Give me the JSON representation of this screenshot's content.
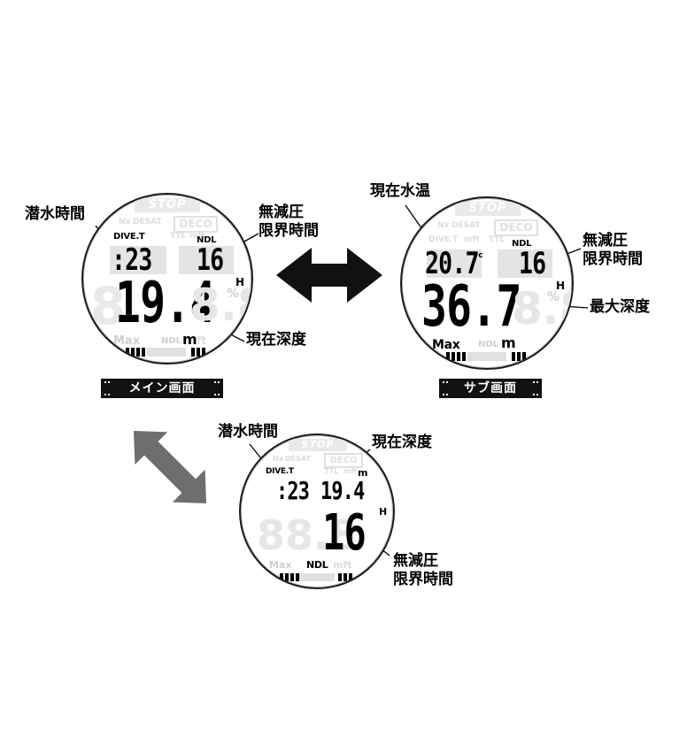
{
  "colors": {
    "display_ink": "#000000",
    "display_ghost": "#dcdcdc",
    "tag_bg": "#111111",
    "arrow_dark": "#111111",
    "arrow_grey": "#6e6e6e"
  },
  "displays": {
    "main": {
      "caption": "メイン画面",
      "stop": "STOP",
      "deco": "DECO",
      "nx": "Nx",
      "desat": "DESAT",
      "ttl": "TTL",
      "mft": "mft",
      "dive_t_label": "DIVE.T",
      "ndl_label": "NDL",
      "dive_time": ":23",
      "ndl_value": "16",
      "h_label": "H",
      "depth": "19.4",
      "ghost_digits": "8.8",
      "ghost_pct": "%",
      "max_label": "Max",
      "ndl_label_bottom": "NDL",
      "unit": "m",
      "unit_ghost": "ft"
    },
    "sub": {
      "caption": "サブ画面",
      "stop": "STOP",
      "deco": "DECO",
      "nx": "Nx",
      "desat": "DESAT",
      "dive_t_label": "DIVE.T",
      "ttl": "TTL",
      "mft": "mft",
      "ndl_label": "NDL",
      "water_temp": "20.7",
      "temp_unit": "°c",
      "ndl_value": "16",
      "h_label": "H",
      "max_depth": "36.7",
      "ghost_digits": "8.8",
      "ghost_pct": "%",
      "max_label": "Max",
      "ndl_label_bottom": "NDL",
      "unit": "m"
    },
    "alt": {
      "stop": "STOP",
      "deco": "DECO",
      "nx": "Nx",
      "desat": "DESAT",
      "ttl": "TTL",
      "mft": "mft",
      "dive_t_label": "DIVE.T",
      "dive_time": ":23",
      "depth": "19.4",
      "depth_unit": "m",
      "h_label": "H",
      "ghost_left": "88.8",
      "ndl_value": "16",
      "max_label": "Max",
      "ndl_label_bottom": "NDL",
      "unit_ghost": "mft"
    }
  },
  "annotations": {
    "main_dive_time": "潜水時間",
    "main_ndl": [
      "無減圧",
      "限界時間"
    ],
    "main_depth": "現在深度",
    "sub_water_temp": "現在水温",
    "sub_ndl": [
      "無減圧",
      "限界時間"
    ],
    "sub_max_depth": "最大深度",
    "alt_dive_time": "潜水時間",
    "alt_depth": "現在深度",
    "alt_ndl": [
      "無減圧",
      "限界時間"
    ]
  },
  "arrows": {
    "top": "double-arrow-horizontal-icon",
    "bottom": "double-arrow-diagonal-icon"
  }
}
